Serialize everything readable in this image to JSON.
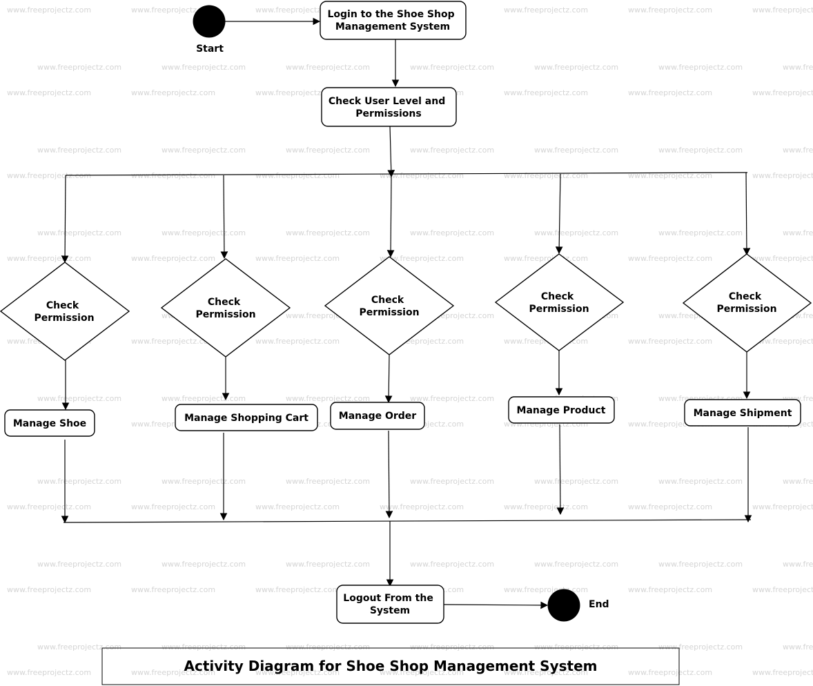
{
  "watermark": "www.freeprojectz.com",
  "start_label": "Start",
  "end_label": "End",
  "nodes": {
    "login": [
      "Login to the Shoe Shop",
      "Management System"
    ],
    "check_user": [
      "Check User Level and",
      "Permissions"
    ],
    "decision": [
      "Check",
      "Permission"
    ],
    "manage_shoe": [
      "Manage Shoe"
    ],
    "manage_cart": [
      "Manage Shopping Cart"
    ],
    "manage_order": [
      "Manage Order"
    ],
    "manage_product": [
      "Manage Product"
    ],
    "manage_shipment": [
      "Manage Shipment"
    ],
    "logout": [
      "Logout From the",
      "System"
    ]
  },
  "title": "Activity Diagram for Shoe Shop Management System"
}
